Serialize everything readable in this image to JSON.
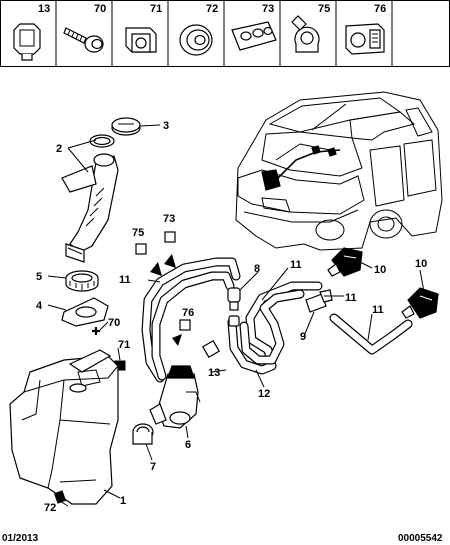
{
  "parts_header": [
    {
      "id": "13",
      "icon": "clip-icon"
    },
    {
      "id": "70",
      "icon": "screw-icon"
    },
    {
      "id": "71",
      "icon": "nut-clip-icon"
    },
    {
      "id": "72",
      "icon": "grommet-icon"
    },
    {
      "id": "73",
      "icon": "hose-holder-icon"
    },
    {
      "id": "75",
      "icon": "hose-clamp-icon"
    },
    {
      "id": "76",
      "icon": "double-clip-icon"
    }
  ],
  "callouts": {
    "c2": "2",
    "c3": "3",
    "c4": "4",
    "c5": "5",
    "c6": "6",
    "c7": "7",
    "c8": "8",
    "c9": "9",
    "c10a": "10",
    "c10b": "10",
    "c11a": "11",
    "c11b": "11",
    "c11c": "11",
    "c11d": "11",
    "c12": "12",
    "c13": "13",
    "c70": "70",
    "c71": "71",
    "c72": "72",
    "c73": "73",
    "c75": "75",
    "c76": "76",
    "c1": "1"
  },
  "footer": {
    "date": "01/2013",
    "reference": "00005542"
  },
  "colors": {
    "line": "#000000",
    "background": "#ffffff"
  }
}
